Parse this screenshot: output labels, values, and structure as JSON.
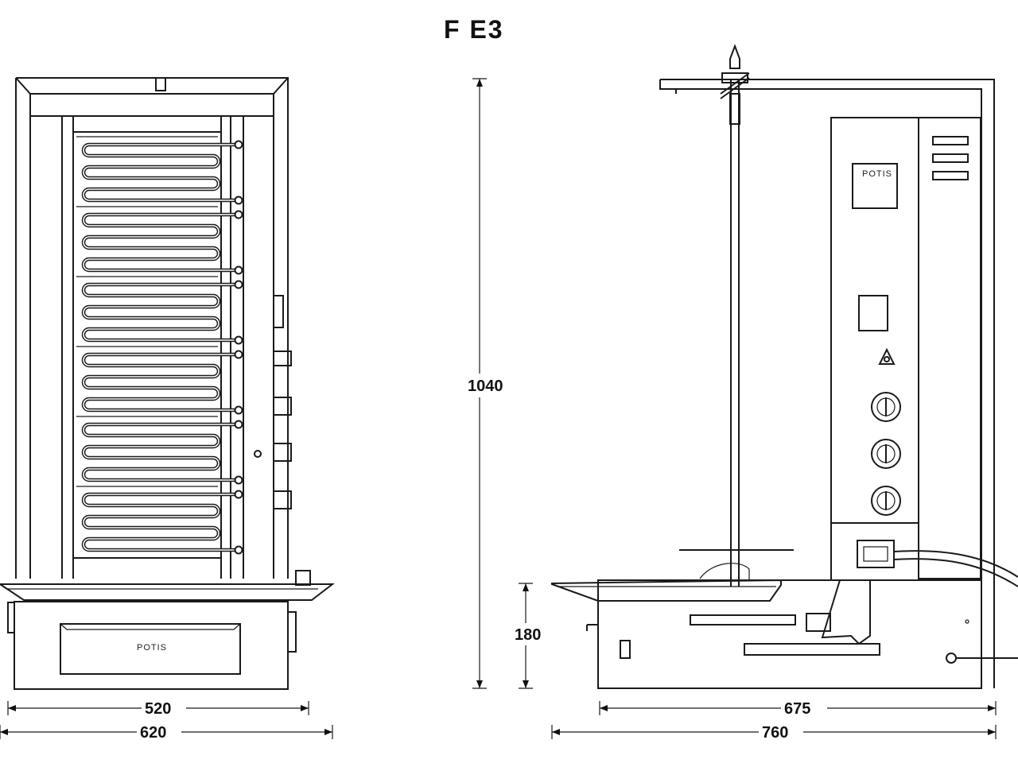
{
  "title": "F E3",
  "brand_label": "POTIS",
  "dimensions": {
    "height_total": "1040",
    "base_height": "180",
    "front_inner_width": "520",
    "front_outer_width": "620",
    "side_inner_depth": "675",
    "side_outer_depth": "760"
  }
}
